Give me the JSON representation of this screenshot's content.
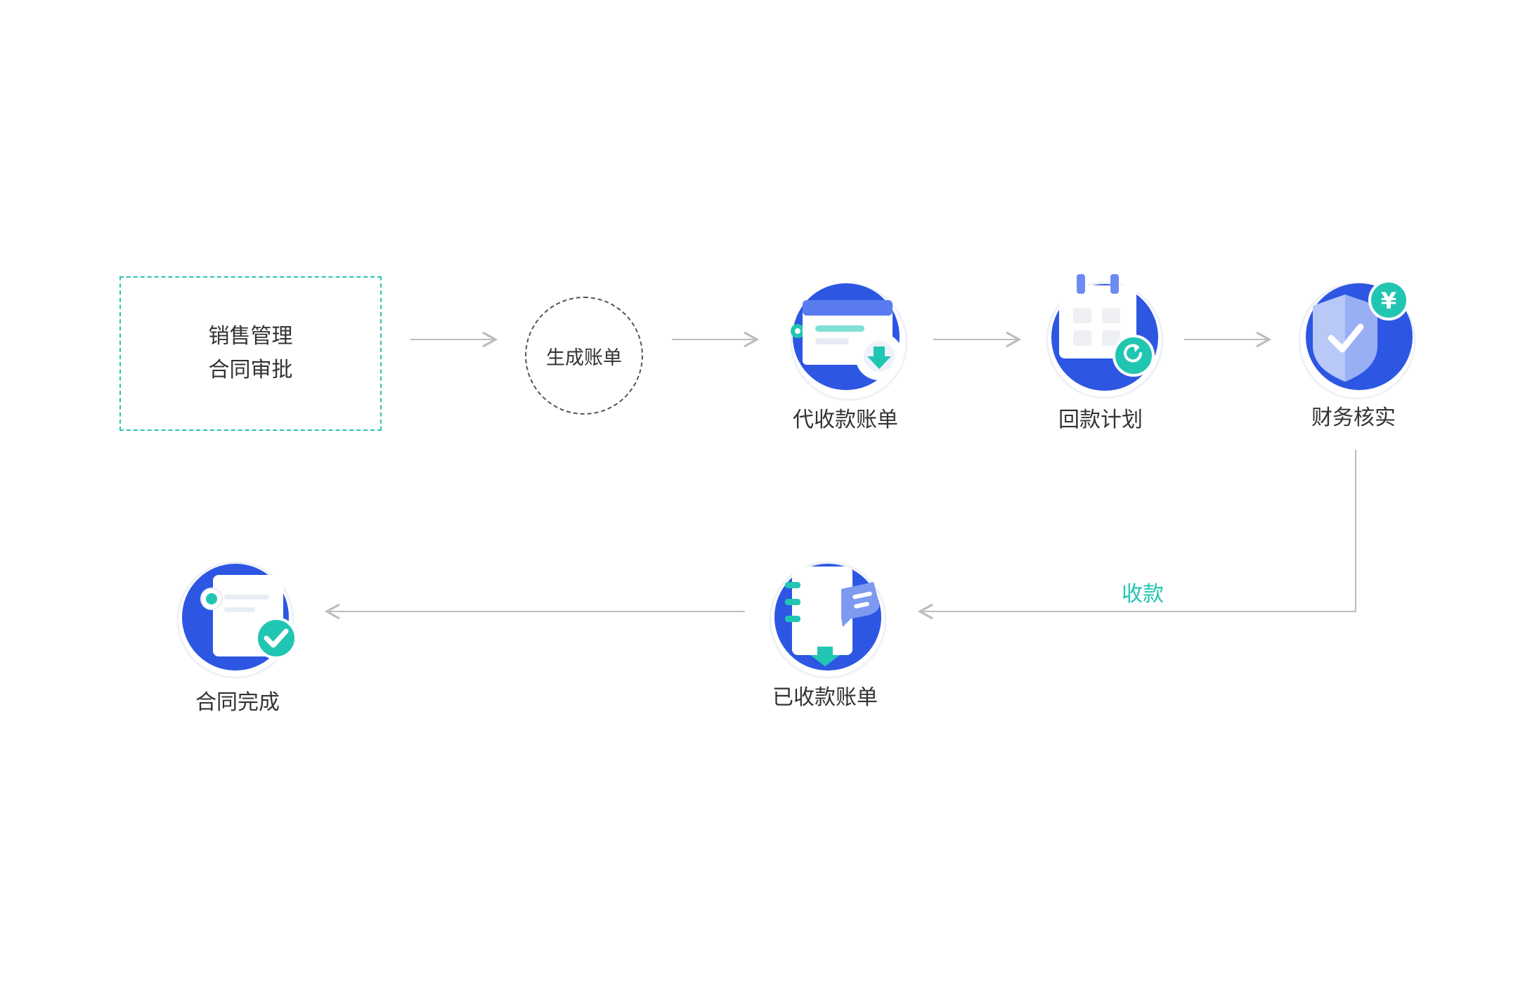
{
  "start": {
    "line1": "销售管理",
    "line2": "合同审批"
  },
  "generate": {
    "label": "生成账单"
  },
  "steps": {
    "pending_bill": "代收款账单",
    "payback_plan": "回款计划",
    "finance_verify": "财务核实",
    "received_bill": "已收款账单",
    "contract_done": "合同完成"
  },
  "edge_labels": {
    "collect": "收款"
  },
  "finance_badge": "¥",
  "colors": {
    "primary_blue": "#2d57e3",
    "teal": "#21c6b2",
    "arrow_gray": "#bdbdbd",
    "text": "#333333"
  }
}
